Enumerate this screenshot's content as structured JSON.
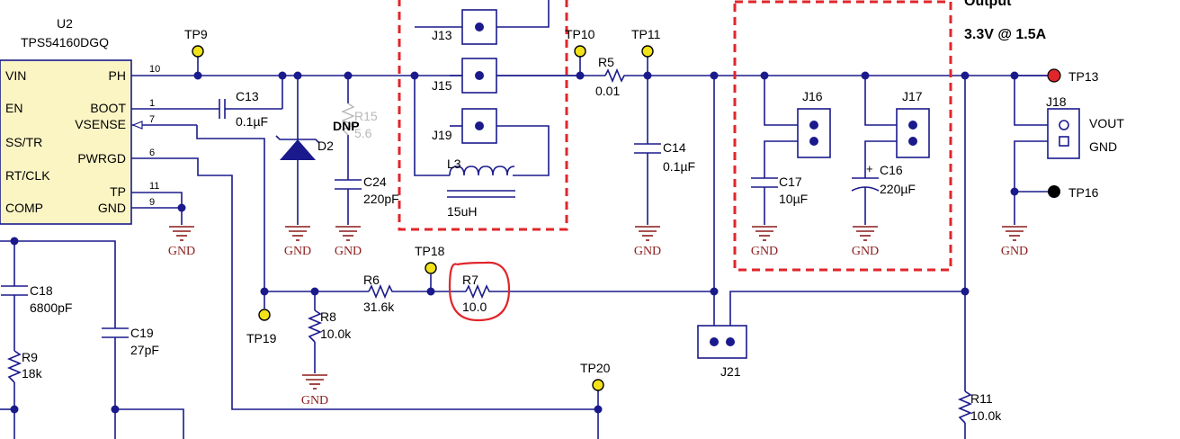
{
  "title": {
    "line1": "Output",
    "line2": "3.3V @ 1.5A"
  },
  "ic": {
    "ref": "U2",
    "part": "TPS54160DGQ",
    "pins_left": [
      "VIN",
      "EN",
      "SS/TR",
      "RT/CLK",
      "COMP"
    ],
    "pins_right": [
      "PH",
      "BOOT",
      "VSENSE",
      "PWRGD",
      "TP",
      "GND"
    ],
    "pin_numbers": [
      "10",
      "1",
      "7",
      "6",
      "11",
      "9"
    ]
  },
  "test_points": {
    "TP9": "TP9",
    "TP10": "TP10",
    "TP11": "TP11",
    "TP13": "TP13",
    "TP16": "TP16",
    "TP18": "TP18",
    "TP19": "TP19",
    "TP20": "TP20"
  },
  "components": {
    "C13": {
      "ref": "C13",
      "value": "0.1µF"
    },
    "D2": {
      "ref": "D2"
    },
    "DNP": "DNP",
    "R15": {
      "ref": "R15",
      "value": "5.6"
    },
    "C24": {
      "ref": "C24",
      "value": "220pF"
    },
    "J13": "J13",
    "J15": "J15",
    "J19": "J19",
    "L3": {
      "ref": "L3",
      "value": "15uH"
    },
    "R5": {
      "ref": "R5",
      "value": "0.01"
    },
    "C14": {
      "ref": "C14",
      "value": "0.1µF"
    },
    "J16": "J16",
    "J17": "J17",
    "C17": {
      "ref": "C17",
      "value": "10µF"
    },
    "C16": {
      "ref": "C16",
      "value": "220µF"
    },
    "J18": {
      "ref": "J18",
      "pin1": "VOUT",
      "pin2": "GND"
    },
    "C18": {
      "ref": "C18",
      "value": "6800pF"
    },
    "C19": {
      "ref": "C19",
      "value": "27pF"
    },
    "R9": {
      "ref": "R9",
      "value": "18k"
    },
    "R6": {
      "ref": "R6",
      "value": "31.6k"
    },
    "R7": {
      "ref": "R7",
      "value": "10.0"
    },
    "R8": {
      "ref": "R8",
      "value": "10.0k"
    },
    "J21": "J21",
    "R11": {
      "ref": "R11",
      "value": "10.0k"
    }
  },
  "gnd_label": "GND",
  "colors": {
    "wire": "#1a1a8c",
    "gnd": "#8b1a1a",
    "test_point_yellow": "#f2e21a",
    "test_point_red": "#e0262b",
    "highlight": "#e0262b",
    "ic_fill": "#fbf5c4"
  }
}
